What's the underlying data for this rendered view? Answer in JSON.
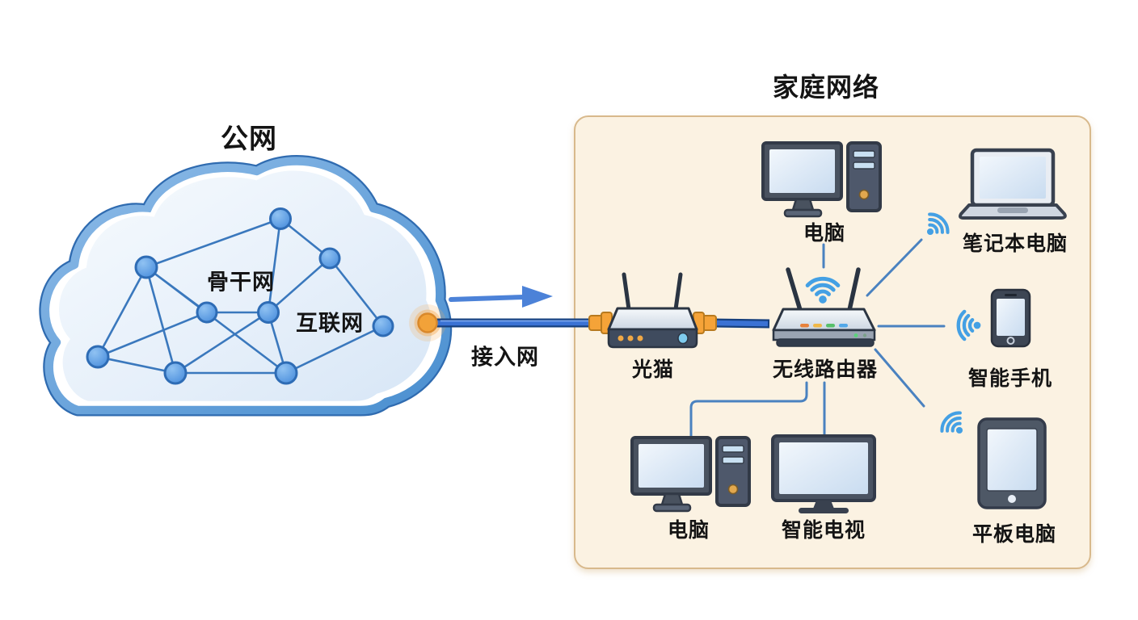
{
  "public_cloud": {
    "title": "公网",
    "backbone_label": "骨干网",
    "internet_label": "互联网"
  },
  "access_link": {
    "label": "接入网"
  },
  "home_network": {
    "title": "家庭网络",
    "modem_label": "光猫",
    "router_label": "无线路由器",
    "desktop_top_label": "电脑",
    "laptop_label": "笔记本电脑",
    "phone_label": "智能手机",
    "desktop_bottom_label": "电脑",
    "tv_label": "智能电视",
    "tablet_label": "平板电脑"
  },
  "icons": {
    "cloud": "cloud-shape-icon",
    "wifi": "wifi-signal-icon",
    "arrow": "right-arrow-icon",
    "node": "network-node-dot"
  },
  "colors": {
    "cloud_ring": "#5b9bd5",
    "cloud_ring_edge": "#2f6bb0",
    "cloud_fill": "#e4eefa",
    "node_blue": "#4a90e0",
    "graph_line": "#3a78bd",
    "wifi_blue": "#44a0e4",
    "cable_blue": "#3a72d4",
    "cable_edge": "#16407e",
    "accent_orange": "#f2a239",
    "home_box_bg": "#fbf2e2",
    "home_box_border": "#d8b98c",
    "device_frame": "#39414f",
    "device_body": "#4e586b",
    "screen_light": "#d9e6f4",
    "led_orange": "#e8823c",
    "led_amber": "#f0b848",
    "led_green": "#57c06a",
    "led_blue": "#52a8e8"
  }
}
